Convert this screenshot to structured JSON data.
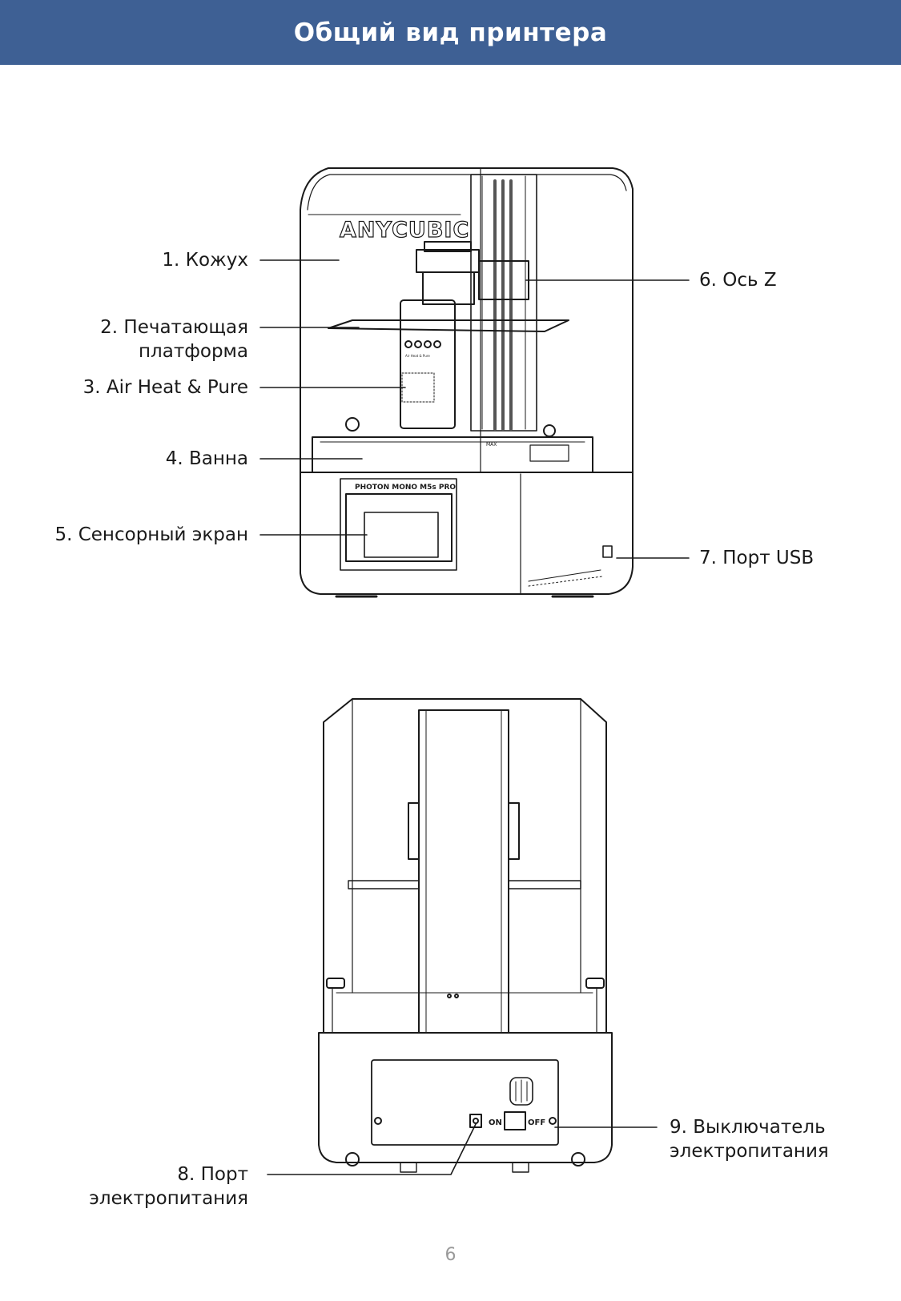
{
  "page": {
    "title": "Общий вид принтера",
    "page_number": "6",
    "accent_color": "#3e6094"
  },
  "front_view": {
    "labels": [
      {
        "line1": "1. Кожух"
      },
      {
        "line1": "2. Печатающая",
        "line2": "платформа"
      },
      {
        "line1": "3. Air Heat & Pure"
      },
      {
        "line1": "4. Ванна"
      },
      {
        "line1": "5. Сенсорный экран"
      },
      {
        "line1": "6. Ось Z"
      },
      {
        "line1": "7. Порт USB"
      }
    ],
    "markings": {
      "brand": "ANYCUBIC",
      "model": "PHOTON MONO M5s PRO",
      "module": "Air Heat & Pure",
      "vat_max": "MAX"
    }
  },
  "back_view": {
    "labels": [
      {
        "line1": "8. Порт",
        "line2": "электропитания"
      },
      {
        "line1": "9. Выключатель",
        "line2": "электропитания"
      }
    ],
    "switch": {
      "on": "ON",
      "off": "OFF"
    }
  }
}
